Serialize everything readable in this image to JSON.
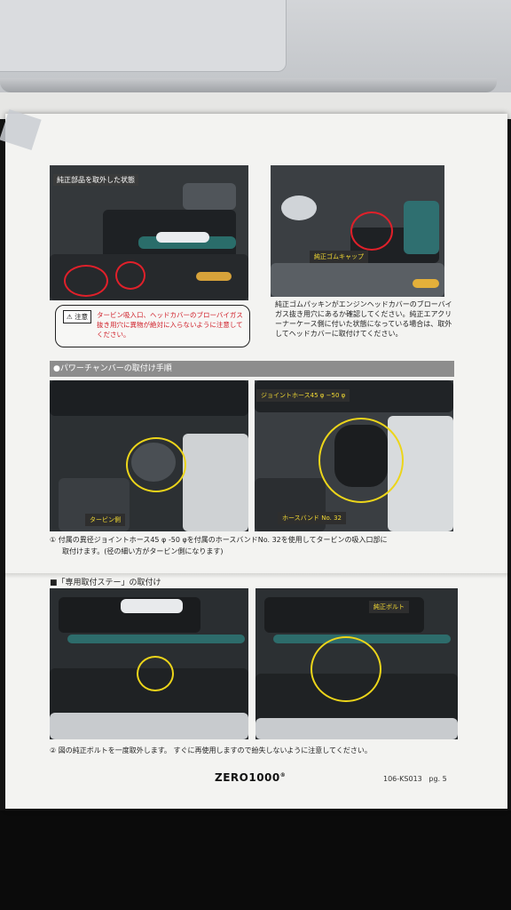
{
  "photo1": {
    "caption": "純正部品を取外した状態"
  },
  "notice": {
    "badge": "⚠ 注意",
    "text": "タービン吸入口、ヘッドカバーのブローバイガス抜き用穴に異物が絶対に入らないように注意してください。"
  },
  "photo2": {
    "label": "純正ゴムキャップ"
  },
  "photo2_text": "純正ゴムパッキンがエンジンヘッドカバーのブローバイガス抜き用穴にあるか確認してください。純正エアクリーナーケース側に付いた状態になっている場合は、取外してヘッドカバーに取付けてください。",
  "section1": {
    "title": "●パワーチャンバーの取付け手順"
  },
  "photo3": {
    "label": "タービン側"
  },
  "photo4": {
    "label_top": "ジョイントホース45 φ −50 φ",
    "label_bottom": "ホースバンド No. 32"
  },
  "step1": {
    "line1": "① 付属の異径ジョイントホース45 φ -50 φを付属のホースバンドNo. 32を使用してタービンの吸入口部に",
    "line2": "取付けます。(径の細い方がタービン側になります)"
  },
  "section2": {
    "title": "■「専用取付ステー」の取付け"
  },
  "photo6": {
    "label": "純正ボルト"
  },
  "step2": {
    "text": "② 図の純正ボルトを一度取外します。 すぐに再使用しますので紛失しないように注意してください。"
  },
  "footer": {
    "logo_a": "ZERO",
    "logo_b": "1000",
    "logo_mark": "®",
    "docnum": "106-KS013",
    "page": "pg.  5"
  }
}
